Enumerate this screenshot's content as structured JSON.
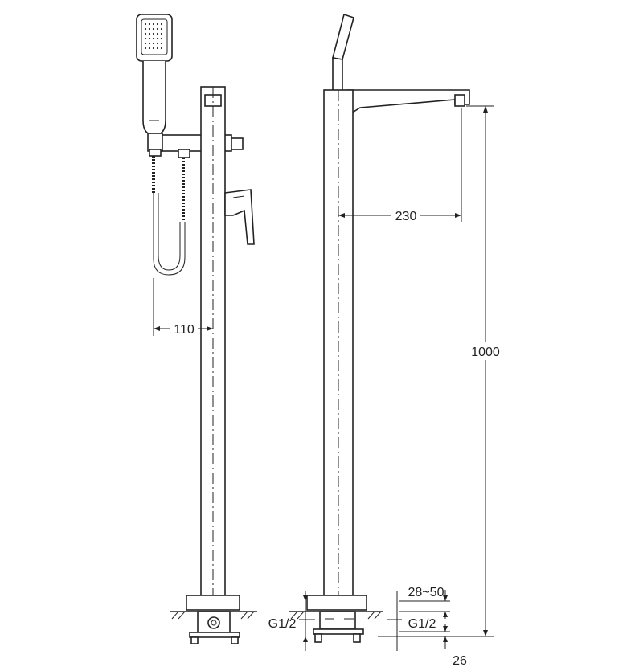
{
  "dimensions": {
    "hose_offset": "110",
    "spout_reach": "230",
    "total_height": "1000",
    "deck_range": "28~50",
    "inlet_left": "G1/2",
    "inlet_right": "G1/2",
    "base_height": "26"
  }
}
